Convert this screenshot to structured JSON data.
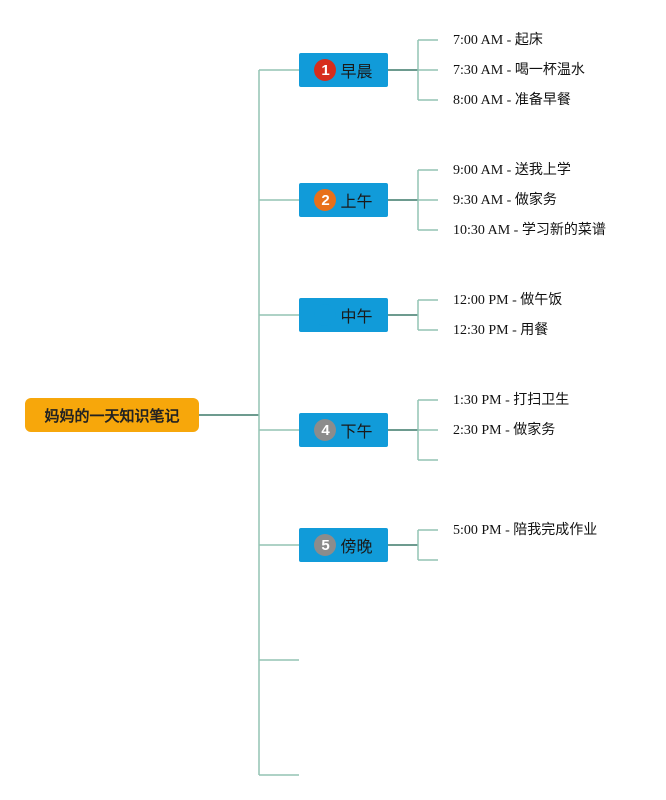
{
  "root": {
    "label": "妈妈的一天知识笔记"
  },
  "branches": [
    {
      "label": "早晨",
      "badge": "1",
      "badge_color": "#d72d1c",
      "items": [
        "7:00 AM - 起床",
        "7:30 AM - 喝一杯温水",
        "8:00 AM - 准备早餐"
      ]
    },
    {
      "label": "上午",
      "badge": "2",
      "badge_color": "#e8701a",
      "items": [
        "9:00 AM - 送我上学",
        "9:30 AM - 做家务",
        "10:30 AM - 学习新的菜谱"
      ]
    },
    {
      "label": "中午",
      "badge": "",
      "badge_color": "#119bd9",
      "items": [
        "12:00 PM - 做午饭",
        "12:30 PM - 用餐"
      ]
    },
    {
      "label": "下午",
      "badge": "4",
      "badge_color": "#8c8c8c",
      "items": [
        "1:30 PM - 打扫卫生",
        "2:30 PM - 做家务",
        ""
      ]
    },
    {
      "label": "傍晚",
      "badge": "5",
      "badge_color": "#8c8c8c",
      "items": [
        "5:00 PM - 陪我完成作业",
        ""
      ]
    }
  ],
  "colors": {
    "connector": "#93c4b4",
    "root_connector": "#3d7a6a",
    "root_bg": "#f7a70b",
    "branch_bg": "#119bd9"
  }
}
